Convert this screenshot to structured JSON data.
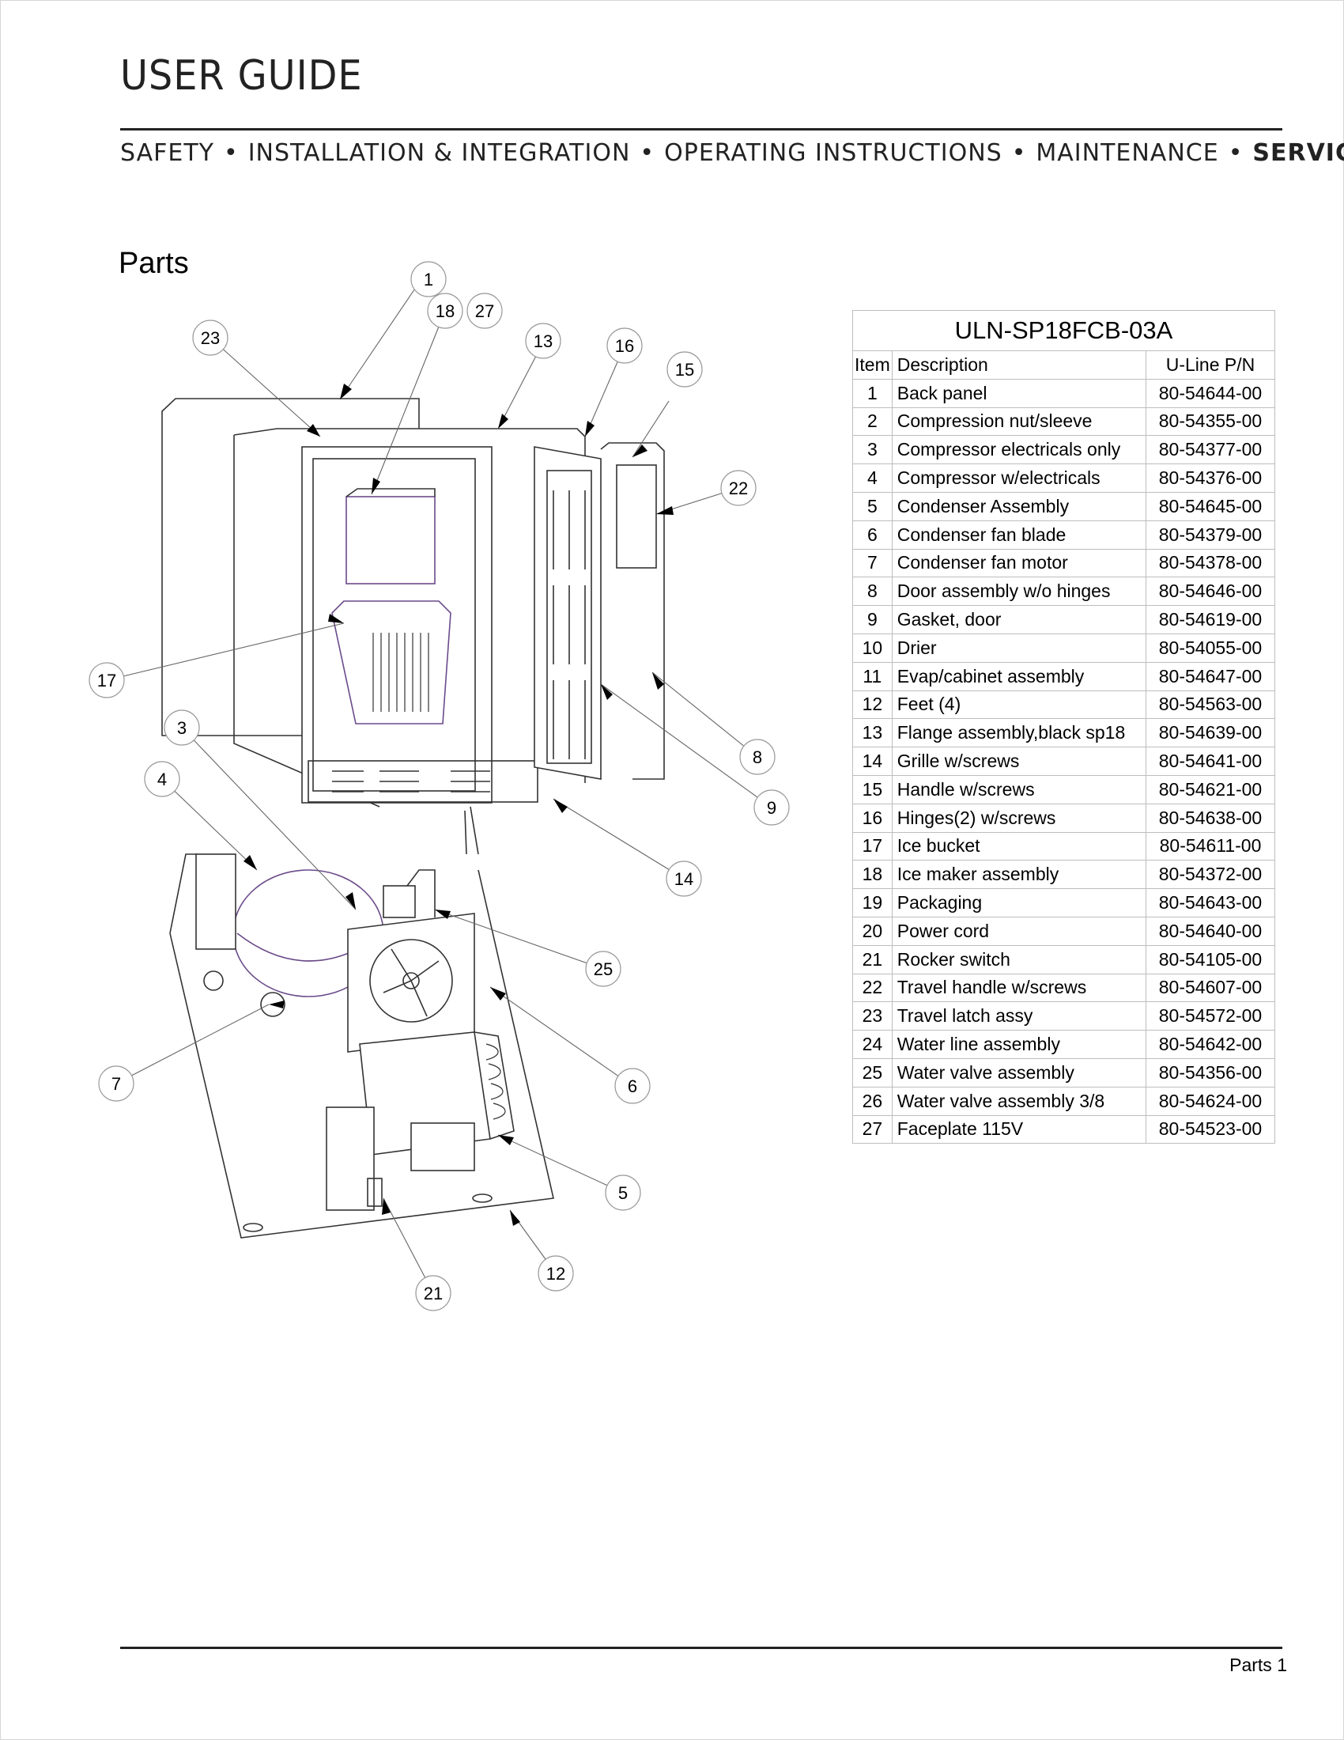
{
  "header": {
    "title": "USER GUIDE",
    "sections": [
      "SAFETY",
      "INSTALLATION & INTEGRATION",
      "OPERATING INSTRUCTIONS",
      "MAINTENANCE",
      "SERVICE"
    ],
    "active_section": "SERVICE"
  },
  "page_heading": "Parts",
  "diagram": {
    "callouts": [
      "1",
      "18",
      "27",
      "23",
      "13",
      "16",
      "15",
      "22",
      "17",
      "3",
      "4",
      "8",
      "9",
      "14",
      "25",
      "7",
      "6",
      "5",
      "12",
      "21"
    ]
  },
  "parts_table": {
    "model": "ULN-SP18FCB-03A",
    "columns": [
      "Item",
      "Description",
      "U-Line P/N"
    ],
    "rows": [
      [
        "1",
        "Back panel",
        "80-54644-00"
      ],
      [
        "2",
        "Compression nut/sleeve",
        "80-54355-00"
      ],
      [
        "3",
        "Compressor electricals only",
        "80-54377-00"
      ],
      [
        "4",
        "Compressor w/electricals",
        "80-54376-00"
      ],
      [
        "5",
        "Condenser Assembly",
        "80-54645-00"
      ],
      [
        "6",
        "Condenser fan blade",
        "80-54379-00"
      ],
      [
        "7",
        "Condenser fan motor",
        "80-54378-00"
      ],
      [
        "8",
        "Door assembly w/o hinges",
        "80-54646-00"
      ],
      [
        "9",
        "Gasket, door",
        "80-54619-00"
      ],
      [
        "10",
        "Drier",
        "80-54055-00"
      ],
      [
        "11",
        "Evap/cabinet assembly",
        "80-54647-00"
      ],
      [
        "12",
        "Feet (4)",
        "80-54563-00"
      ],
      [
        "13",
        "Flange assembly,black sp18",
        "80-54639-00"
      ],
      [
        "14",
        "Grille w/screws",
        "80-54641-00"
      ],
      [
        "15",
        "Handle w/screws",
        "80-54621-00"
      ],
      [
        "16",
        "Hinges(2) w/screws",
        "80-54638-00"
      ],
      [
        "17",
        "Ice bucket",
        "80-54611-00"
      ],
      [
        "18",
        "Ice maker assembly",
        "80-54372-00"
      ],
      [
        "19",
        "Packaging",
        "80-54643-00"
      ],
      [
        "20",
        "Power cord",
        "80-54640-00"
      ],
      [
        "21",
        "Rocker switch",
        "80-54105-00"
      ],
      [
        "22",
        "Travel handle w/screws",
        "80-54607-00"
      ],
      [
        "23",
        "Travel latch assy",
        "80-54572-00"
      ],
      [
        "24",
        "Water line assembly",
        "80-54642-00"
      ],
      [
        "25",
        "Water valve assembly",
        "80-54356-00"
      ],
      [
        "26",
        "Water valve assembly 3/8",
        "80-54624-00"
      ],
      [
        "27",
        "Faceplate 115V",
        "80-54523-00"
      ]
    ]
  },
  "footer": {
    "page_label": "Parts 1"
  }
}
